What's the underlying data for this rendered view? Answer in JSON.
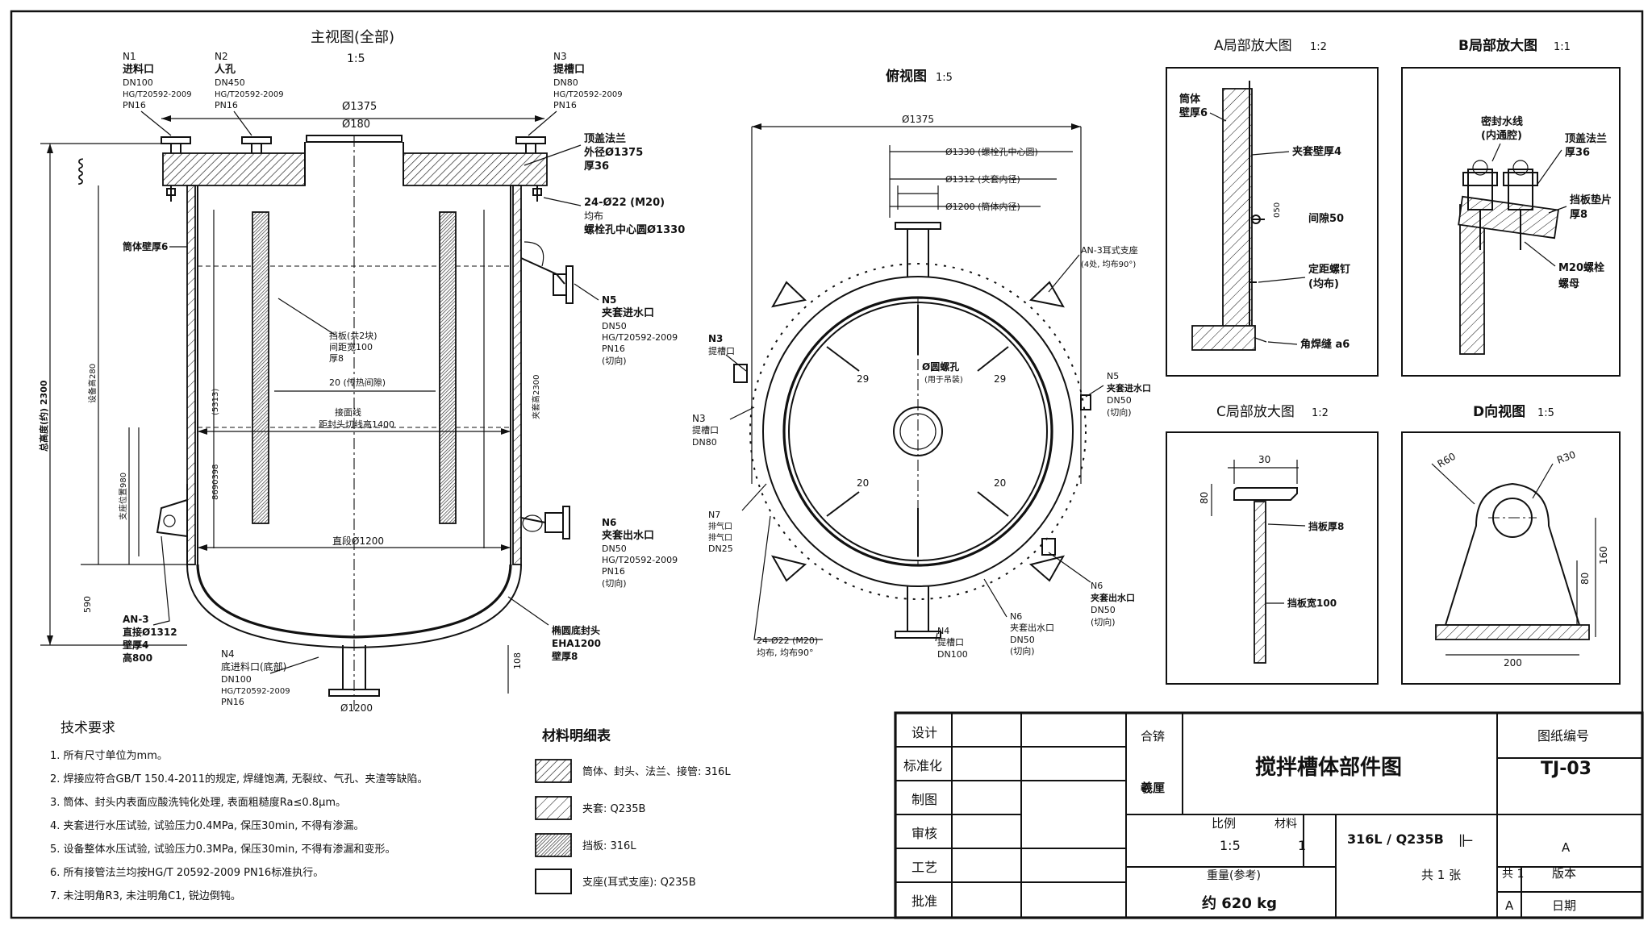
{
  "main_view": {
    "title": "主视图(全部)",
    "scale": "1:5",
    "n1": {
      "tag": "N1",
      "name": "进料口",
      "dn": "DN100",
      "std": "HG/T20592-2009",
      "pn": "PN16"
    },
    "n2": {
      "tag": "N2",
      "name": "人孔",
      "dn": "DN450",
      "std": "HG/T20592-2009",
      "pn": "PN16"
    },
    "n3": {
      "tag": "N3",
      "name": "提槽口",
      "dn": "DN80",
      "std": "HG/T20592-2009",
      "pn": "PN16"
    },
    "dim_top": "Ø1375",
    "dim_nozzle": "Ø180",
    "flange_label": [
      "顶盖法兰",
      "外径Ø1375",
      "厚36"
    ],
    "bolts_label": [
      "24-Ø22 (M20)",
      "均布",
      "螺栓孔中心圆Ø1330"
    ],
    "shell_label": "筒体壁厚6",
    "n5": {
      "tag": "N5",
      "name": "夹套进水口",
      "dn": "DN50",
      "std": "HG/T20592-2009",
      "pn": "PN16",
      "note": "(切向)"
    },
    "n6": {
      "tag": "N6",
      "name": "夹套出水口",
      "dn": "DN50",
      "std": "HG/T20592-2009",
      "pn": "PN16",
      "note": "(切向)"
    },
    "baffle_label": [
      "挡板(共2块)",
      "间距宽100",
      "厚8"
    ],
    "gap_label": "20 (传热间隙)",
    "weld_label": [
      "接面线",
      "距封头切线高1400"
    ],
    "diam_label": "直段Ø1200",
    "bottom_label": "Ø1200",
    "total_height": "总高度(约) 2300",
    "shell_height": "设备高280",
    "jacket_height": "夹套高2300",
    "support_h": "590",
    "left_small": "支座位置980",
    "dim_108": "108",
    "an3_label": [
      "AN-3",
      "直接Ø1312",
      "壁厚4",
      "高800"
    ],
    "n4": {
      "tag": "N4",
      "name": "底进料口(底部)",
      "dn": "DN100",
      "std": "HG/T20592-2009",
      "pn": "PN16"
    },
    "head_label": [
      "椭圆底封头",
      "EHA1200",
      "壁厚8"
    ]
  },
  "top_view": {
    "title": "俯视图",
    "scale": "1:5",
    "dim_1375": "Ø1375",
    "dim_1330": "Ø1330 (螺栓孔中心圆)",
    "dim_1312": "Ø1312 (夹套内径)",
    "dim_1200": "Ø1200 (筒体内径)",
    "ear_label": [
      "AN-3耳式支座",
      "(4处, 均布90°)"
    ],
    "center_label": [
      "Ø圆螺孔",
      "(用于吊装)"
    ],
    "n3a": [
      "N3",
      "提槽口"
    ],
    "n3b": [
      "N3",
      "提槽口",
      "DN80"
    ],
    "n5": [
      "N5",
      "夹套进水口",
      "DN50",
      "(切向)"
    ],
    "n7": [
      "N7",
      "排气口",
      "排气口",
      "DN25"
    ],
    "n6a": [
      "N6",
      "夹套出水口",
      "DN50",
      "(切向)"
    ],
    "n6b": [
      "N6",
      "夹套出水口",
      "DN50",
      "(切向)"
    ],
    "n4": [
      "N4",
      "提槽口",
      "DN100"
    ],
    "bolts": [
      "24-Ø22 (M20)",
      "均布, 均布90°"
    ],
    "marks": [
      "29",
      "29",
      "20",
      "20"
    ]
  },
  "detail_a": {
    "title": "A局部放大图",
    "scale": "1:2",
    "labels": [
      "筒体",
      "壁厚6",
      "夹套壁厚4",
      "间隙50",
      "定距螺钉",
      "(均布)",
      "角焊缝 a6"
    ],
    "dim": "050"
  },
  "detail_b": {
    "title": "B局部放大图",
    "scale": "1:1",
    "labels": [
      "密封水线",
      "(内通腔)",
      "顶盖法兰",
      "厚36",
      "挡板垫片",
      "厚8",
      "M20螺栓",
      "螺母"
    ]
  },
  "detail_c": {
    "title": "C局部放大图",
    "scale": "1:2",
    "labels": [
      "30",
      "80",
      "挡板厚8",
      "挡板宽100"
    ]
  },
  "view_d": {
    "title": "D向视图",
    "scale": "1:5",
    "labels": [
      "R60",
      "R30",
      "160",
      "80",
      "200"
    ]
  },
  "tech": {
    "title": "技术要求",
    "items": [
      "1. 所有尺寸单位为mm。",
      "2. 焊接应符合GB/T 150.4-2011的规定, 焊缝饱满, 无裂纹、气孔、夹渣等缺陷。",
      "3. 筒体、封头内表面应酸洗钝化处理, 表面粗糙度Ra≤0.8μm。",
      "4. 夹套进行水压试验, 试验压力0.4MPa, 保压30min, 不得有渗漏。",
      "5. 设备整体水压试验, 试验压力0.3MPa, 保压30min, 不得有渗漏和变形。",
      "6. 所有接管法兰均按HG/T 20592-2009 PN16标准执行。",
      "7. 未注明角R3, 未注明角C1, 锐边倒钝。"
    ]
  },
  "materials": {
    "title": "材料明细表",
    "items": [
      "筒体、封头、法兰、接管: 316L",
      "夹套: Q235B",
      "挡板: 316L",
      "支座(耳式支座): Q235B"
    ]
  },
  "title_block": {
    "left_labels": [
      "设计",
      "标准化",
      "制图",
      "审核",
      "工艺",
      "批准"
    ],
    "mid_labels": [
      "合锛",
      "羲厘"
    ],
    "drawing_title": "搅拌槽体部件图",
    "drawing_no_label": "图纸编号",
    "drawing_no": "TJ-03",
    "scale_label": "比例",
    "scale_value": "1:5",
    "mat_label": "材料",
    "mat_value": "1",
    "material": "316L / Q235B",
    "weight_label": "重量(参考)",
    "weight_value": "约 620 kg",
    "sheets": "共 1  张",
    "sheet_total": "共 1",
    "version": "A",
    "version_label": "版本",
    "a2": "A",
    "date_label": "日期"
  }
}
